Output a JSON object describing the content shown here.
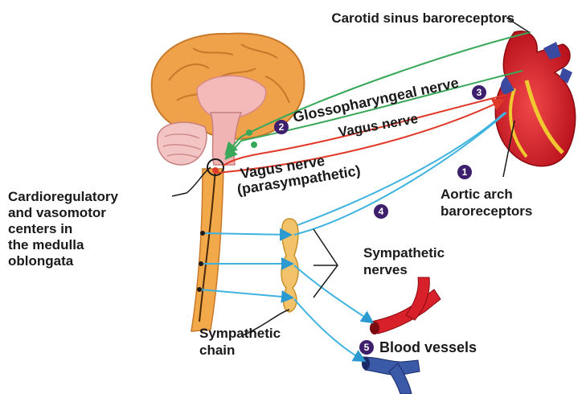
{
  "labels": {
    "carotid_sinus": "Carotid sinus baroreceptors",
    "glossopharyngeal": "Glossopharyngeal nerve",
    "vagus_top": "Vagus nerve",
    "vagus_para_line1": "Vagus nerve",
    "vagus_para_line2": "(parasympathetic)",
    "cardio_line1": "Cardioregulatory",
    "cardio_line2": "and vasomotor",
    "cardio_line3": "centers in",
    "cardio_line4": "the medulla",
    "cardio_line5": "oblongata",
    "aortic_line1": "Aortic arch",
    "aortic_line2": "baroreceptors",
    "symp_nerves_line1": "Sympathetic",
    "symp_nerves_line2": "nerves",
    "symp_chain_line1": "Sympathetic",
    "symp_chain_line2": "chain",
    "blood_vessels": "Blood vessels"
  },
  "step_numbers": {
    "n1": "1",
    "n2": "2",
    "n3": "3",
    "n4": "4",
    "n5": "5"
  },
  "colors": {
    "glossopharyngeal_nerve": "#3aa85a",
    "vagus_nerve": "#e03a2a",
    "sympathetic_nerve": "#3fb3e0",
    "number_badge": "#3d1f6e",
    "brain": "#f0a24a",
    "heart": "#d8202a",
    "spinal_cord": "#f2a94a"
  }
}
